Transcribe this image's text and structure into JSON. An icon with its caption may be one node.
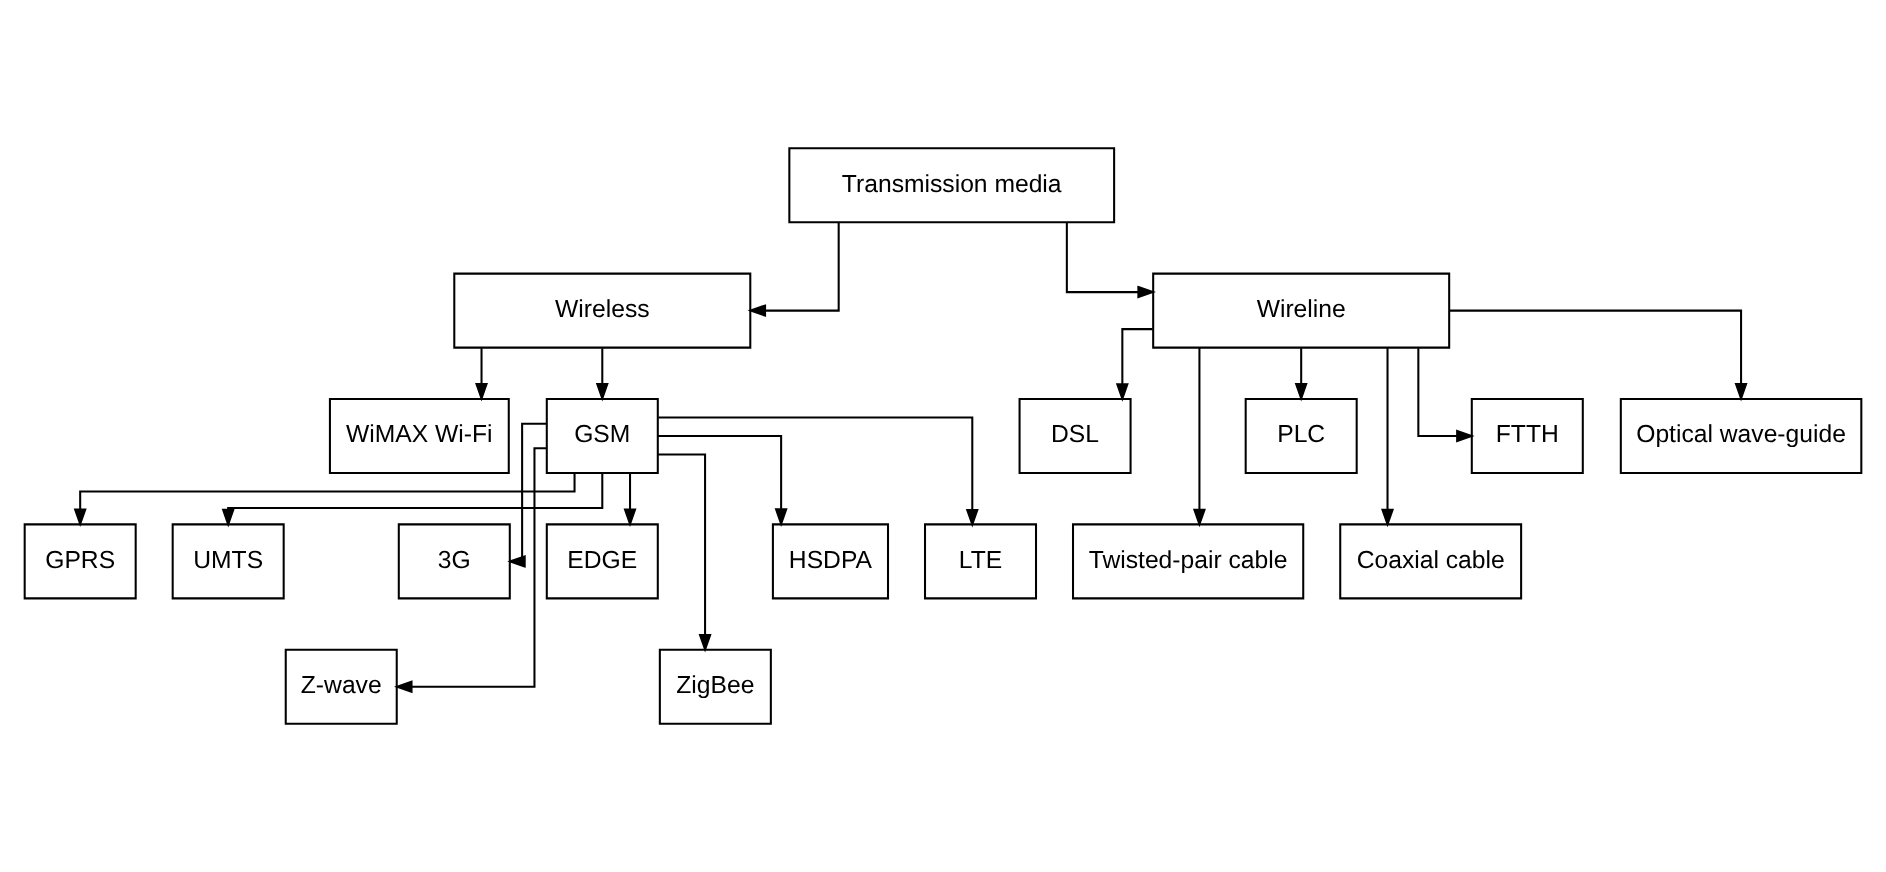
{
  "diagram": {
    "nodes": [
      {
        "text": [
          "Transmission media"
        ]
      },
      {
        "text": [
          "Wireless"
        ]
      },
      {
        "text": [
          "Wireline"
        ]
      },
      {
        "text": [
          "WiMAX Wi-Fi"
        ]
      },
      {
        "text": [
          "GSM"
        ]
      },
      {
        "text": [
          "DSL"
        ]
      },
      {
        "text": [
          "Twisted-pair cable"
        ]
      },
      {
        "text": [
          "PLC"
        ]
      },
      {
        "text": [
          "Coaxial cable"
        ]
      },
      {
        "text": [
          "FTTH"
        ]
      },
      {
        "text": [
          "Optical wave-guide"
        ]
      },
      {
        "text": [
          "GPRS"
        ]
      },
      {
        "text": [
          "UMTS"
        ]
      },
      {
        "text": [
          "Z-wave"
        ]
      },
      {
        "text": [
          "3G"
        ]
      },
      {
        "text": [
          "EDGE"
        ]
      },
      {
        "text": [
          "ZigBee"
        ]
      },
      {
        "text": [
          "HSDPA"
        ]
      },
      {
        "text": [
          "LTE"
        ]
      }
    ],
    "edges": [
      {
        "from": 0,
        "to": 1,
        "arrow": "to"
      },
      {
        "from": 0,
        "to": 2,
        "arrow": "to"
      },
      {
        "from": 1,
        "to": 3,
        "arrow": "to"
      },
      {
        "from": 1,
        "to": 4,
        "arrow": "to"
      },
      {
        "from": 2,
        "to": 5,
        "arrow": "to"
      },
      {
        "from": 2,
        "to": 6,
        "arrow": "to"
      },
      {
        "from": 2,
        "to": 7,
        "arrow": "to"
      },
      {
        "from": 2,
        "to": 8,
        "arrow": "to"
      },
      {
        "from": 2,
        "to": 9,
        "arrow": "to"
      },
      {
        "from": 2,
        "to": 10,
        "arrow": "to"
      },
      {
        "from": 4,
        "to": 11,
        "arrow": "to"
      },
      {
        "from": 4,
        "to": 12,
        "arrow": "to"
      },
      {
        "from": 4,
        "to": 13,
        "arrow": "to"
      },
      {
        "from": 4,
        "to": 14,
        "arrow": "to"
      },
      {
        "from": 4,
        "to": 15,
        "arrow": "to"
      },
      {
        "from": 4,
        "to": 16,
        "arrow": "to"
      },
      {
        "from": 4,
        "to": 17,
        "arrow": "to"
      },
      {
        "from": 4,
        "to": 18,
        "arrow": "to"
      }
    ]
  }
}
